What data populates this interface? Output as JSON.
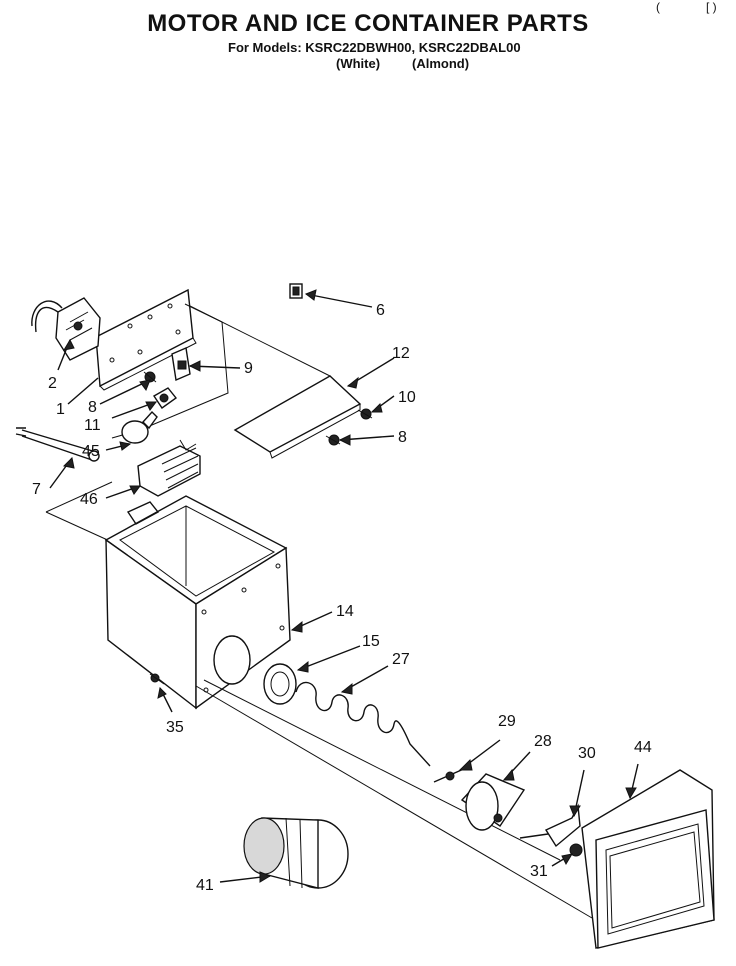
{
  "header": {
    "title": "MOTOR AND ICE CONTAINER PARTS",
    "models": "For Models: KSRC22DBWH00, KSRC22DBAL00",
    "color_white": "(White)",
    "color_almond": "(Almond)",
    "corner_left": "(",
    "corner_right": "[ )"
  },
  "callouts": {
    "c1": "1",
    "c2": "2",
    "c6": "6",
    "c7": "7",
    "c8a": "8",
    "c8b": "8",
    "c9": "9",
    "c10": "10",
    "c11": "11",
    "c12": "12",
    "c14": "14",
    "c15": "15",
    "c27": "27",
    "c28": "28",
    "c29": "29",
    "c30": "30",
    "c31": "31",
    "c35": "35",
    "c41": "41",
    "c44": "44",
    "c45": "45",
    "c46": "46"
  }
}
